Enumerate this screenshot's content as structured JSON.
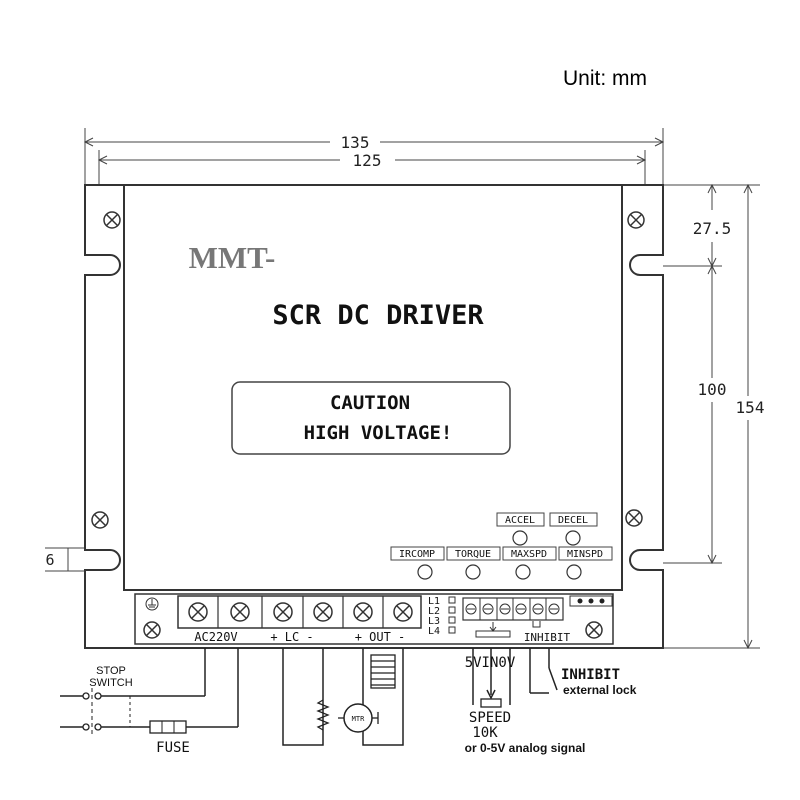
{
  "unit_label": "Unit: mm",
  "dimensions": {
    "overall_width": "135",
    "mount_width": "125",
    "top_offset": "27.5",
    "mount_height": "100",
    "overall_height": "154",
    "slot_size": "6"
  },
  "brand": "MMT-",
  "product_title": "SCR DC DRIVER",
  "caution": {
    "line1": "CAUTION",
    "line2": "HIGH VOLTAGE!"
  },
  "potentiometers": {
    "row1": [
      "ACCEL",
      "DECEL"
    ],
    "row2": [
      "IRCOMP",
      "TORQUE",
      "MAXSPD",
      "MINSPD"
    ]
  },
  "leds": [
    "L1",
    "L2",
    "L3",
    "L4"
  ],
  "terminals": {
    "ac_label": "AC220V",
    "lc_label": "+ LC -",
    "out_label": "+ OUT -",
    "inhibit_label": "INHIBIT"
  },
  "wiring": {
    "stop_switch_line1": "STOP",
    "stop_switch_line2": "SWITCH",
    "fuse": "FUSE",
    "pot_terminals": "5VIN0V",
    "speed_line1": "SPEED",
    "speed_line2": "10K",
    "analog": "or 0-5V analog signal",
    "inhibit": "INHIBIT",
    "external_lock": "external lock",
    "motor": "MTR"
  }
}
